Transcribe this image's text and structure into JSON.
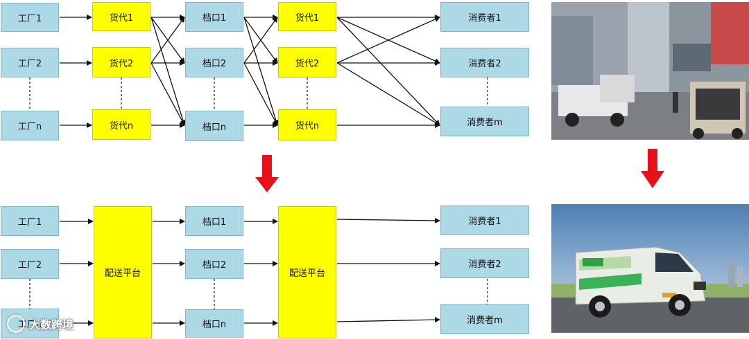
{
  "top": {
    "factories": [
      "工厂1",
      "工厂2",
      "工厂n"
    ],
    "forwarders1": [
      "货代1",
      "货代2",
      "货代n"
    ],
    "stalls": [
      "档口1",
      "档口2",
      "档口n"
    ],
    "forwarders2": [
      "货代1",
      "货代2",
      "货代n"
    ],
    "consumers": [
      "消费者1",
      "消费者2",
      "消费者m"
    ]
  },
  "bottom": {
    "factories": [
      "工厂1",
      "工厂2",
      "工厂n"
    ],
    "platform1": "配送平台",
    "stalls": [
      "档口1",
      "档口2",
      "档口n"
    ],
    "platform2": "配送平台",
    "consumers": [
      "消费者1",
      "消费者2",
      "消费者m"
    ]
  },
  "watermark": "大数跨境",
  "colors": {
    "node_blue": "#add8e6",
    "node_yellow": "#ffff00",
    "transition_arrow": "#e8101a",
    "edge": "#111111"
  }
}
